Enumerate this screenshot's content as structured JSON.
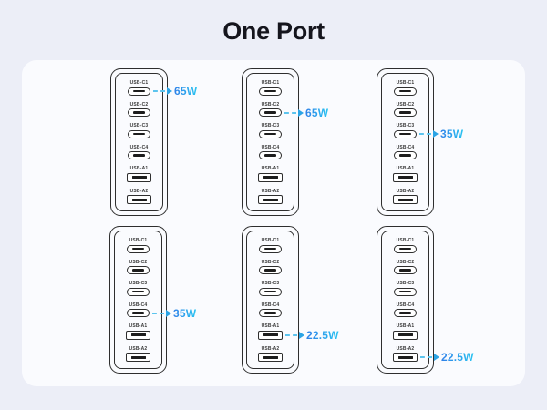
{
  "title": "One Port",
  "colors": {
    "background": "#ECEEF7",
    "card": "#FAFBFE",
    "outline": "#2E2E2E",
    "accent_start": "#2F80E8",
    "accent_end": "#29C3F1"
  },
  "ports": [
    {
      "label": "USB-C1",
      "type": "c"
    },
    {
      "label": "USB-C2",
      "type": "c"
    },
    {
      "label": "USB-C3",
      "type": "c"
    },
    {
      "label": "USB-C4",
      "type": "c"
    },
    {
      "label": "USB-A1",
      "type": "a"
    },
    {
      "label": "USB-A2",
      "type": "a"
    }
  ],
  "chargers": [
    {
      "highlight_port": "USB-C1",
      "watt": "65W"
    },
    {
      "highlight_port": "USB-C2",
      "watt": "65W"
    },
    {
      "highlight_port": "USB-C3",
      "watt": "35W"
    },
    {
      "highlight_port": "USB-C4",
      "watt": "35W"
    },
    {
      "highlight_port": "USB-A1",
      "watt": "22.5W"
    },
    {
      "highlight_port": "USB-A2",
      "watt": "22.5W"
    }
  ]
}
